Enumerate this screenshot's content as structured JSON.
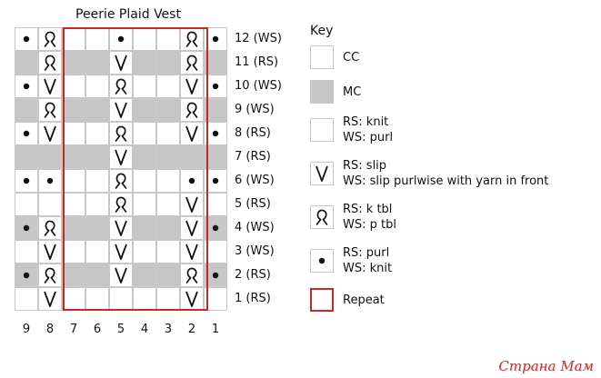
{
  "title": "Peerie Plaid Vest",
  "colors": {
    "mc": "#c6c6c6",
    "cc": "#ffffff",
    "grid": "#c8c8c8",
    "repeat": "#c62828"
  },
  "rows": [
    {
      "label": "12 (WS)",
      "mc": false,
      "symbols": [
        "purl-dot",
        "ktbl",
        "",
        "",
        "purl-dot",
        "",
        "",
        "ktbl",
        "purl-dot"
      ]
    },
    {
      "label": "11 (RS)",
      "mc": true,
      "symbols": [
        "",
        "ktbl",
        "",
        "",
        "slip",
        "",
        "",
        "ktbl",
        ""
      ]
    },
    {
      "label": "10 (WS)",
      "mc": false,
      "symbols": [
        "purl-dot",
        "slip",
        "",
        "",
        "ktbl",
        "",
        "",
        "slip",
        "purl-dot"
      ]
    },
    {
      "label": "9 (WS)",
      "mc": true,
      "symbols": [
        "",
        "ktbl",
        "",
        "",
        "slip",
        "",
        "",
        "ktbl",
        ""
      ]
    },
    {
      "label": "8 (RS)",
      "mc": false,
      "symbols": [
        "purl-dot",
        "slip",
        "",
        "",
        "ktbl",
        "",
        "",
        "slip",
        "purl-dot"
      ]
    },
    {
      "label": "7 (RS)",
      "mc": true,
      "symbols": [
        "",
        "",
        "",
        "",
        "slip",
        "",
        "",
        "",
        ""
      ]
    },
    {
      "label": "6 (WS)",
      "mc": false,
      "symbols": [
        "purl-dot",
        "purl-dot",
        "",
        "",
        "ktbl",
        "",
        "",
        "purl-dot",
        "purl-dot"
      ]
    },
    {
      "label": "5 (RS)",
      "mc": false,
      "symbols": [
        "",
        "",
        "",
        "",
        "ktbl",
        "",
        "",
        "slip",
        ""
      ]
    },
    {
      "label": "4 (WS)",
      "mc": true,
      "symbols": [
        "purl-dot",
        "ktbl",
        "",
        "",
        "slip",
        "",
        "",
        "slip",
        "purl-dot"
      ]
    },
    {
      "label": "3 (WS)",
      "mc": false,
      "symbols": [
        "",
        "slip",
        "",
        "",
        "slip",
        "",
        "",
        "slip",
        ""
      ]
    },
    {
      "label": "2 (RS)",
      "mc": true,
      "symbols": [
        "purl-dot",
        "ktbl",
        "",
        "",
        "slip",
        "",
        "",
        "ktbl",
        "purl-dot"
      ]
    },
    {
      "label": "1 (RS)",
      "mc": false,
      "symbols": [
        "",
        "slip",
        "",
        "",
        "",
        "",
        "",
        "slip",
        ""
      ]
    }
  ],
  "col_labels": [
    "9",
    "8",
    "7",
    "6",
    "5",
    "4",
    "3",
    "2",
    "1"
  ],
  "key": {
    "title": "Key",
    "items": [
      {
        "symbol": "cc",
        "lines": [
          "CC"
        ]
      },
      {
        "symbol": "mc",
        "lines": [
          "MC"
        ]
      },
      {
        "symbol": "knit",
        "lines": [
          "RS: knit",
          "WS: purl"
        ]
      },
      {
        "symbol": "slip",
        "lines": [
          "RS: slip",
          "WS: slip purlwise with yarn in front"
        ]
      },
      {
        "symbol": "ktbl",
        "lines": [
          "RS: k tbl",
          "WS: p tbl"
        ]
      },
      {
        "symbol": "purl-dot",
        "lines": [
          "RS: purl",
          "WS: knit"
        ]
      },
      {
        "symbol": "repeat",
        "lines": [
          "Repeat"
        ]
      }
    ]
  },
  "watermark": "Страна Мам"
}
